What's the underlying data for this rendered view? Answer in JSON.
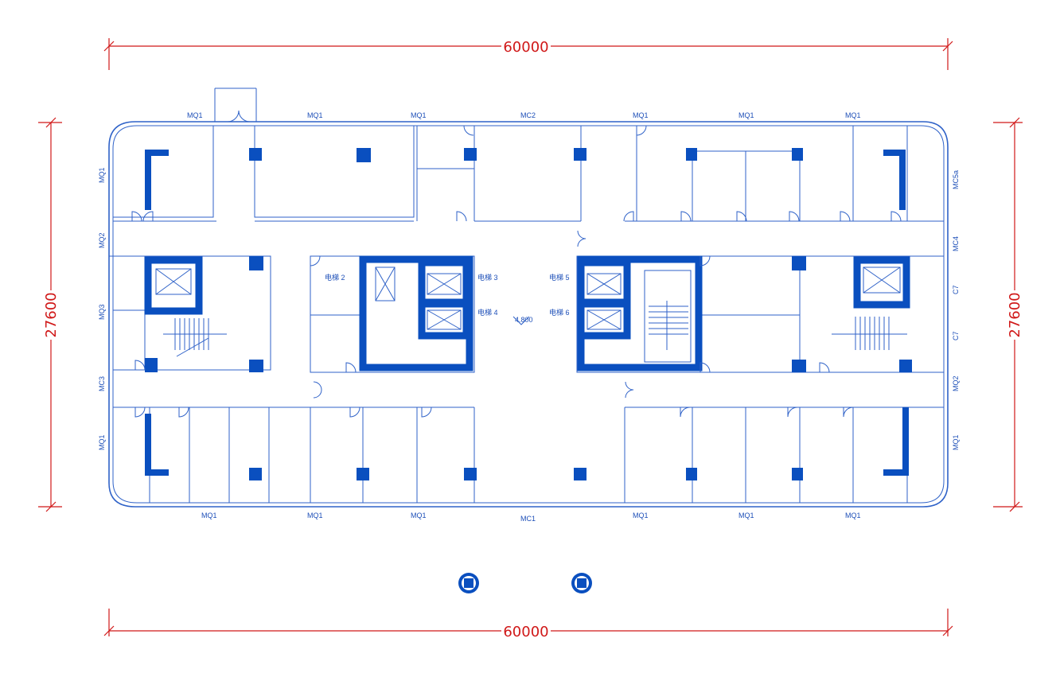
{
  "dimensions": {
    "top_width": "60000",
    "bottom_width": "60000",
    "left_height": "27600",
    "right_height": "27600"
  },
  "window_labels": {
    "top": [
      "MQ1",
      "MQ1",
      "MQ1",
      "MC2",
      "MQ1",
      "MQ1",
      "MQ1"
    ],
    "bottom": [
      "MQ1",
      "MQ1",
      "MQ1",
      "MC1",
      "MQ1",
      "MQ1",
      "MQ1"
    ],
    "left": [
      "MQ1",
      "MQ2",
      "MQ3",
      "MC3",
      "MQ1"
    ],
    "right": [
      "MC5a",
      "MC4",
      "C7",
      "C7",
      "MQ2",
      "MQ1"
    ]
  },
  "elevators": [
    "电梯 2",
    "电梯 3",
    "电梯 4",
    "电梯 5",
    "电梯 6"
  ],
  "elevation": "4.800",
  "colors": {
    "walls": "#2f62c8",
    "columns": "#0a4fbf",
    "dimensions": "#d01818"
  }
}
